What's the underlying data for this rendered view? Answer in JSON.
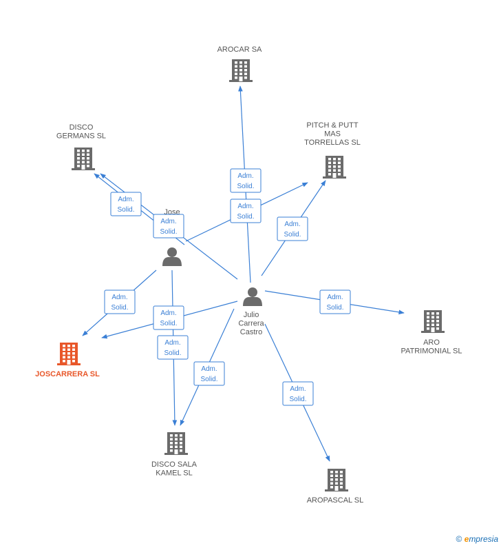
{
  "colors": {
    "edge": "#3a7fd5",
    "company": "#6b6b6b",
    "focus_company": "#e8572a",
    "person": "#6b6b6b"
  },
  "nodes": [
    {
      "id": "arocar",
      "type": "company",
      "label": [
        "AROCAR SA"
      ]
    },
    {
      "id": "pitch",
      "type": "company",
      "label": [
        "PITCH & PUTT",
        "MAS",
        "TORRELLAS SL"
      ]
    },
    {
      "id": "disco_germans",
      "type": "company",
      "label": [
        "DISCO",
        "GERMANS SL"
      ]
    },
    {
      "id": "jose",
      "type": "person",
      "label": [
        "Jose"
      ]
    },
    {
      "id": "julio",
      "type": "person",
      "label": [
        "Julio",
        "Carrera",
        "Castro"
      ]
    },
    {
      "id": "joscarrera",
      "type": "company",
      "focus": true,
      "label": [
        "JOSCARRERA SL"
      ]
    },
    {
      "id": "aro_patrimonial",
      "type": "company",
      "label": [
        "ARO",
        "PATRIMONIAL SL"
      ]
    },
    {
      "id": "disco_sala",
      "type": "company",
      "label": [
        "DISCO SALA",
        "KAMEL SL"
      ]
    },
    {
      "id": "aropascal",
      "type": "company",
      "label": [
        "AROPASCAL  SL"
      ]
    }
  ],
  "edges": [
    {
      "from": "julio",
      "to": "arocar",
      "label": [
        "Adm.",
        "Solid."
      ]
    },
    {
      "from": "julio",
      "to": "pitch",
      "label": [
        "Adm.",
        "Solid."
      ]
    },
    {
      "from": "jose",
      "to": "pitch",
      "label": [
        "Adm.",
        "Solid."
      ]
    },
    {
      "from": "jose",
      "to": "disco_germans",
      "label": [
        "Adm.",
        "Solid."
      ]
    },
    {
      "from": "julio",
      "to": "disco_germans",
      "label": [
        "Adm.",
        "Solid."
      ]
    },
    {
      "from": "jose",
      "to": "joscarrera",
      "label": [
        "Adm.",
        "Solid."
      ]
    },
    {
      "from": "julio",
      "to": "joscarrera",
      "label": [
        "Adm.",
        "Solid."
      ]
    },
    {
      "from": "jose",
      "to": "disco_sala",
      "label": [
        "Adm.",
        "Solid."
      ]
    },
    {
      "from": "julio",
      "to": "disco_sala",
      "label": [
        "Adm.",
        "Solid."
      ]
    },
    {
      "from": "julio",
      "to": "aro_patrimonial",
      "label": [
        "Adm.",
        "Solid."
      ]
    },
    {
      "from": "julio",
      "to": "aropascal",
      "label": [
        "Adm.",
        "Solid."
      ]
    }
  ],
  "footer": {
    "copyright_symbol": "©",
    "brand_first": "e",
    "brand_rest": "mpresia"
  }
}
